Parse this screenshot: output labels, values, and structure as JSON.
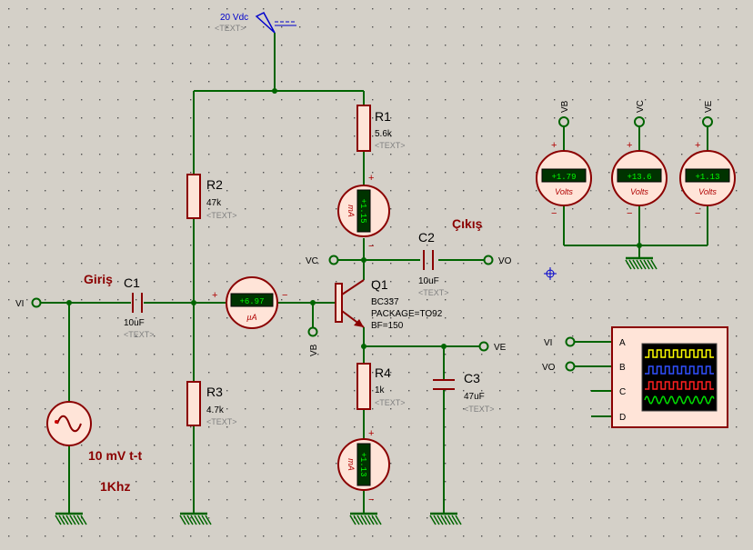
{
  "supply": {
    "label": "20 Vdc",
    "placeholder": "<TEXT>"
  },
  "source": {
    "amplitude": "10 mV t-t",
    "frequency": "1Khz"
  },
  "labels": {
    "input": "Giriş",
    "output": "Çıkış"
  },
  "terminals": {
    "vi": "VI",
    "vc": "VC",
    "vo": "VO",
    "ve": "VE",
    "vb": "VB"
  },
  "components": {
    "c1": {
      "name": "C1",
      "value": "10uF",
      "placeholder": "<TEXT>"
    },
    "c2": {
      "name": "C2",
      "value": "10uF",
      "placeholder": "<TEXT>"
    },
    "c3": {
      "name": "C3",
      "value": "47uF",
      "placeholder": "<TEXT>"
    },
    "r1": {
      "name": "R1",
      "value": "5.6k",
      "placeholder": "<TEXT>"
    },
    "r2": {
      "name": "R2",
      "value": "47k",
      "placeholder": "<TEXT>"
    },
    "r3": {
      "name": "R3",
      "value": "4.7k",
      "placeholder": "<TEXT>"
    },
    "r4": {
      "name": "R4",
      "value": "1k",
      "placeholder": "<TEXT>"
    },
    "q1": {
      "name": "Q1",
      "model": "BC337",
      "package": "PACKAGE=TO92",
      "bf": "BF=150"
    }
  },
  "meters": {
    "base_current": {
      "value": "+6.97",
      "unit": "µA"
    },
    "collector_current": {
      "value": "+1.15",
      "unit": "mA"
    },
    "emitter_current": {
      "value": "+1.13",
      "unit": "mA"
    },
    "vb_volts": {
      "probe": "VB",
      "value": "+1.79",
      "unit": "Volts"
    },
    "vc_volts": {
      "probe": "VC",
      "value": "+13.6",
      "unit": "Volts"
    },
    "ve_volts": {
      "probe": "VE",
      "value": "+1.13",
      "unit": "Volts"
    }
  },
  "scope": {
    "inputs": [
      "VI",
      "VO"
    ],
    "channels": [
      "A",
      "B",
      "C",
      "D"
    ],
    "trace_colors": [
      "#ffff00",
      "#3050ff",
      "#ff2020",
      "#00e000"
    ]
  },
  "colors": {
    "wire": "#006400",
    "body": "#8b0000",
    "fill": "#ffe4d8",
    "meter": "#003300"
  }
}
